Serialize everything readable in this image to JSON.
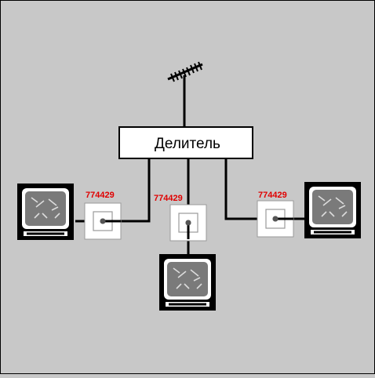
{
  "diagram": {
    "splitter_label": "Делитель",
    "outlets": [
      {
        "label": "774429"
      },
      {
        "label": "774429"
      },
      {
        "label": "774429"
      }
    ]
  },
  "colors": {
    "background": "#c8c8c8",
    "outlet_label": "#e00000",
    "line": "#000000",
    "box_fill": "#ffffff"
  },
  "icons": {
    "antenna": "antenna-icon",
    "tv": "tv-icon",
    "outlet": "tv-outlet-icon"
  }
}
